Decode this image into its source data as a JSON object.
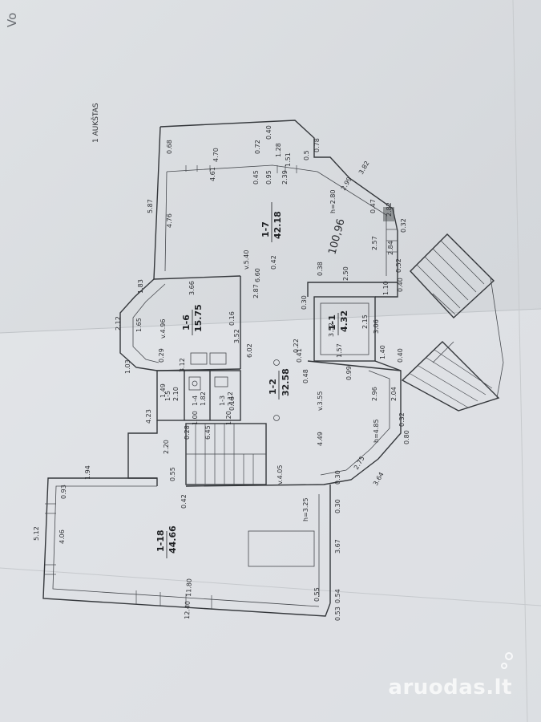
{
  "floor_label": "1 AUKŠTAS",
  "corner_mark": "Vo",
  "watermark": "aruodas.lt",
  "handwritten_note": "100,96",
  "rooms": [
    {
      "id": "1-7",
      "area": "42.18"
    },
    {
      "id": "1-6",
      "area": "15.75"
    },
    {
      "id": "1-1",
      "area": "4.32"
    },
    {
      "id": "1-2",
      "area": "32.58"
    },
    {
      "id": "1-5",
      "area": "2.10"
    },
    {
      "id": "1-4",
      "area": "1.82"
    },
    {
      "id": "1-3",
      "area": "2.12"
    },
    {
      "id": "1-18",
      "area": "44.66"
    }
  ],
  "dimensions": {
    "d_0_68": "0.68",
    "d_4_70": "4.70",
    "d_0_40": "0.40",
    "d_0_72": "0.72",
    "d_1_28": "1.28",
    "d_1_51": "1.51",
    "d_0_78": "0.78",
    "d_0_5": "0.5",
    "d_4_61": "4.61",
    "d_0_45": "0.45",
    "d_0_95": "0.95",
    "d_2_39": "2.39",
    "d_3_82": "3.82",
    "d_2_99": "2.99",
    "d_5_87": "5.87",
    "d_4_76": "4.76",
    "d_h_2_80": "h=2.80",
    "d_0_47": "0.47",
    "d_2_82": "2.82",
    "d_0_32a": "0.32",
    "d_2_57": "2.57",
    "d_2_84": "2.84",
    "d_v_5_40": "v.5.40",
    "d_0_42a": "0.42",
    "d_6_60": "6.60",
    "d_0_38": "0.38",
    "d_2_50": "2.50",
    "d_0_52": "0.52",
    "d_1_83": "1.83",
    "d_3_66": "3.66",
    "d_2_87": "2.87",
    "d_0_40b": "0.40",
    "d_1_10": "1.10",
    "d_0_30": "0.30",
    "d_2_12": "2.12",
    "d_1_65": "1.65",
    "d_v_4_96": "v.4.96",
    "d_0_16a": "0.16",
    "d_3_52a": "3.52",
    "d_3_06": "3.06",
    "d_2_15": "2.15",
    "d_0_41": "0.41",
    "d_0_22": "0.22",
    "d_1_57": "1.57",
    "d_1_40": "1.40",
    "d_0_40c": "0.40",
    "d_6_02": "6.02",
    "d_0_29": "0.29",
    "d_3_12": "3.12",
    "d_1_03": "1.03",
    "d_0_48": "0.48",
    "d_0_99": "0.99",
    "d_1_49": "1.49",
    "d_2_96": "2.96",
    "d_2_04": "2.04",
    "d_v_3_55": "v.3.55",
    "d_0_16b": "0.16",
    "d_4_23": "4.23",
    "d_1_00": "1.00",
    "d_1_20": "1.20",
    "d_h_4_85": "h=4.85",
    "d_0_32b": "0.32",
    "d_0_80": "0.80",
    "d_2_20": "2.20",
    "d_0_28": "0.28",
    "d_6_45": "6.45",
    "d_4_49": "4.49",
    "d_1_94": "1.94",
    "d_0_55a": "0.55",
    "d_2_75": "2.75",
    "d_v_4_05": "v.4.05",
    "d_0_30b": "0.30",
    "d_3_64": "3.64",
    "d_0_93": "0.93",
    "d_0_42b": "0.42",
    "d_h_3_25": "h=3.25",
    "d_0_30c": "0.30",
    "d_5_12": "5.12",
    "d_4_06": "4.06",
    "d_3_67": "3.67",
    "d_11_80": "11.80",
    "d_0_55b": "0.55",
    "d_0_54": "0.54",
    "d_12_40": "12.40",
    "d_0_53": "0.53"
  }
}
